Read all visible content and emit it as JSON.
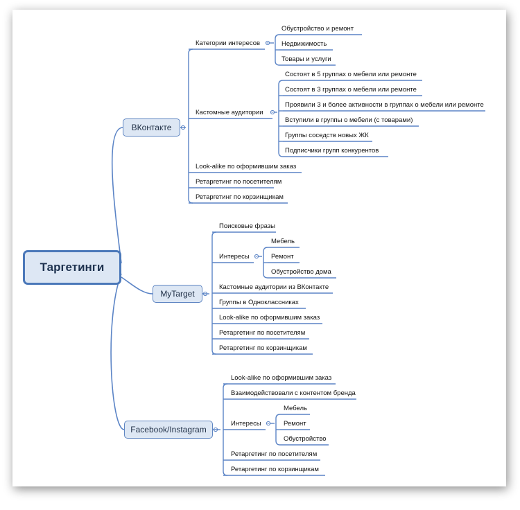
{
  "colors": {
    "line": "#5b84c6",
    "node_fill": "#dde7f4",
    "node_border": "#5f86c2"
  },
  "root": {
    "label": "Таргетинги"
  },
  "vk": {
    "label": "ВКонтакте",
    "categories": {
      "label": "Категории интересов",
      "items": [
        "Обустройство и ремонт",
        "Недвижимость",
        "Товары и услуги"
      ]
    },
    "custom": {
      "label": "Кастомные аудитории",
      "items": [
        "Состоят в 5 группах о мебели или ремонте",
        "Состоят в 3 группах о мебели или ремонте",
        "Проявили 3 и более активности в группах о мебели или ремонте",
        "Вступили в группы о мебели (с товарами)",
        "Группы соседств новых ЖК",
        "Подписчики групп конкурентов"
      ]
    },
    "other": [
      "Look-alike по оформившим заказ",
      "Ретаргетинг по посетителям",
      "Ретаргетинг по корзинщикам"
    ]
  },
  "mt": {
    "label": "MyTarget",
    "search": "Поисковые фразы",
    "interests": {
      "label": "Интересы",
      "items": [
        "Мебель",
        "Ремонт",
        "Обустройство дома"
      ]
    },
    "other": [
      "Кастомные аудитории из ВКонтакте",
      "Группы в Одноклассниках",
      "Look-alike по оформившим заказ",
      "Ретаргетинг по посетителям",
      "Ретаргетинг по корзинщикам"
    ]
  },
  "fb": {
    "label": "Facebook/Instagram",
    "top": [
      "Look-alike по оформившим заказ",
      "Взаимодействовали с контентом бренда"
    ],
    "interests": {
      "label": "Интересы",
      "items": [
        "Мебель",
        "Ремонт",
        "Обустройство"
      ]
    },
    "bottom": [
      "Ретаргетинг по посетителям",
      "Ретаргетинг по корзинщикам"
    ]
  }
}
